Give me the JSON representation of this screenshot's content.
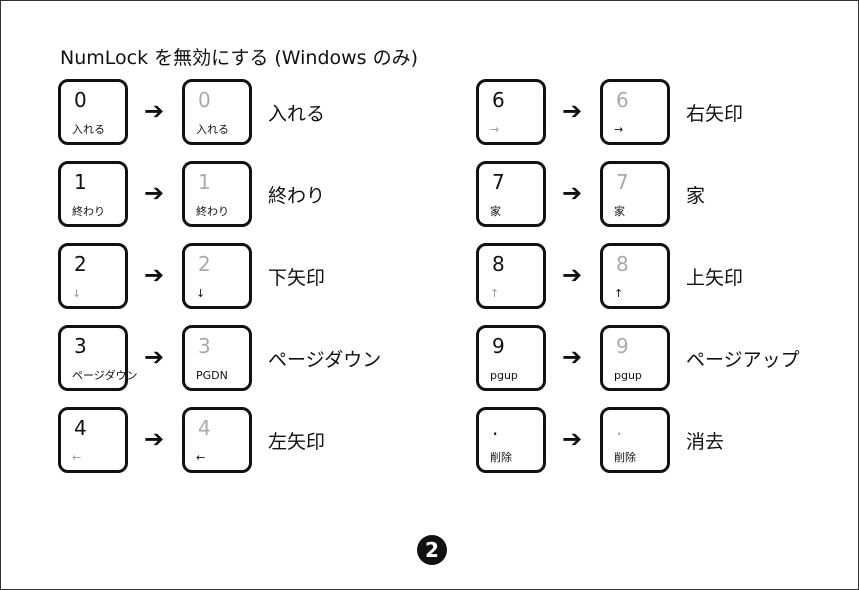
{
  "title": "NumLock を無効にする (Windows のみ)",
  "arrow": "➔",
  "page_number": "2",
  "left_column": [
    {
      "key": "0",
      "sub": "入れる",
      "dst_sub": "入れる",
      "label": "入れる",
      "sub_faint": false
    },
    {
      "key": "1",
      "sub": "終わり",
      "dst_sub": "終わり",
      "label": "終わり",
      "sub_faint": false
    },
    {
      "key": "2",
      "sub": "↓",
      "dst_sub": "↓",
      "label": "下矢印",
      "sub_faint": true
    },
    {
      "key": "3",
      "sub": "ページダウン",
      "dst_sub": "PGDN",
      "label": "ページダウン",
      "sub_faint": false
    },
    {
      "key": "4",
      "sub": "←",
      "dst_sub": "←",
      "label": "左矢印",
      "sub_faint": true
    }
  ],
  "right_column": [
    {
      "key": "6",
      "sub": "→",
      "dst_sub": "→",
      "label": "右矢印",
      "sub_faint": true
    },
    {
      "key": "7",
      "sub": "家",
      "dst_sub": "家",
      "label": "家",
      "sub_faint": false
    },
    {
      "key": "8",
      "sub": "↑",
      "dst_sub": "↑",
      "label": "上矢印",
      "sub_faint": true
    },
    {
      "key": "9",
      "sub": "pgup",
      "dst_sub": "pgup",
      "label": "ページアップ",
      "sub_faint": false
    },
    {
      "key": ".",
      "sub": "削除",
      "dst_sub": "削除",
      "label": "消去",
      "sub_faint": false
    }
  ]
}
